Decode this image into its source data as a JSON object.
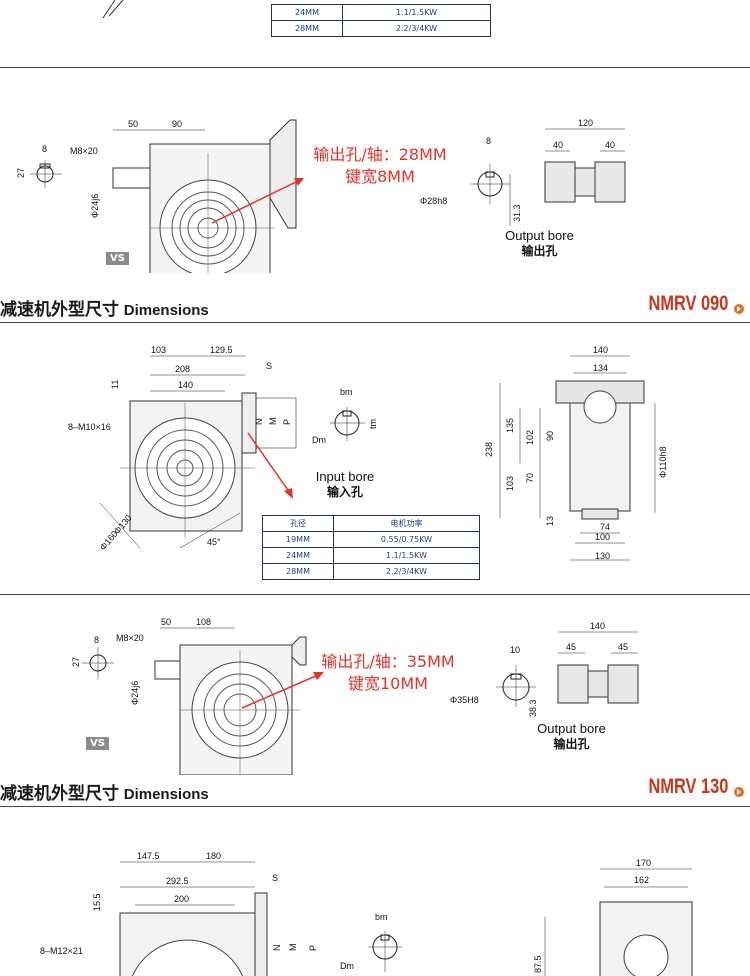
{
  "top_table": {
    "rows": [
      [
        "24MM",
        "1.1/1.5KW"
      ],
      [
        "28MM",
        "2.2/3/4KW"
      ]
    ]
  },
  "panel1": {
    "red_lines": [
      "输出孔/轴：28MM",
      "键宽8MM"
    ],
    "caption_en": "Output bore",
    "caption_cn": "输出孔",
    "vs": "VS",
    "dims": {
      "d50": "50",
      "d90": "90",
      "d8": "8",
      "m8x20": "M8×20",
      "d27": "27",
      "d24j6": "Φ24j6",
      "b8": "8",
      "b28h8": "Φ28h8",
      "b31_3": "31.3",
      "w120": "120",
      "w40a": "40",
      "w40b": "40"
    }
  },
  "section1": {
    "title_cn": "减速机外型尺寸",
    "title_en": "Dimensions",
    "model": "NMRV 090"
  },
  "panel2": {
    "caption_en": "Input bore",
    "caption_cn": "输入孔",
    "table_header": [
      "孔径",
      "电机功率"
    ],
    "table_rows": [
      [
        "19MM",
        "0.55/0.75KW"
      ],
      [
        "24MM",
        "1.1/1.5KW"
      ],
      [
        "28MM",
        "2.2/3/4KW"
      ]
    ],
    "dims": {
      "d103": "103",
      "d129_5": "129.5",
      "d208": "208",
      "d140": "140",
      "d11": "11",
      "m10": "8–M10×16",
      "d130": "Φ130",
      "d160": "Φ160",
      "a45": "45°",
      "s": "S",
      "n": "N",
      "m": "M",
      "p": "P",
      "bm": "bm",
      "tm": "tm",
      "dm": "Dm",
      "w140": "140",
      "w134": "134",
      "h238": "238",
      "h135": "135",
      "h102": "102",
      "h90": "90",
      "h70": "70",
      "h103": "103",
      "h13": "13",
      "w74": "74",
      "w100": "100",
      "w130": "130",
      "d110h8": "Φ110h8"
    }
  },
  "panel3": {
    "red_lines": [
      "输出孔/轴：35MM",
      "键宽10MM"
    ],
    "caption_en": "Output bore",
    "caption_cn": "输出孔",
    "vs": "VS",
    "dims": {
      "d50": "50",
      "d108": "108",
      "d8": "8",
      "m8x20": "M8×20",
      "d27": "27",
      "d24j6": "Φ24j6",
      "b10": "10",
      "b35h8": "Φ35H8",
      "b38_3": "38.3",
      "w140": "140",
      "w45a": "45",
      "w45b": "45"
    }
  },
  "section2": {
    "title_cn": "减速机外型尺寸",
    "title_en": "Dimensions",
    "model": "NMRV 130"
  },
  "panel4": {
    "dims": {
      "d147_5": "147.5",
      "d180": "180",
      "d292_5": "292.5",
      "d200": "200",
      "d15_5": "15.5",
      "m12": "8–M12×21",
      "s": "S",
      "n": "N",
      "m": "M",
      "p": "P",
      "bm": "bm",
      "dm": "Dm",
      "w170": "170",
      "w162": "162",
      "h87_5": "87.5"
    }
  },
  "colors": {
    "accent_red": "#e4322a",
    "model_red": "#c8361c",
    "table_text": "#203a8a"
  }
}
